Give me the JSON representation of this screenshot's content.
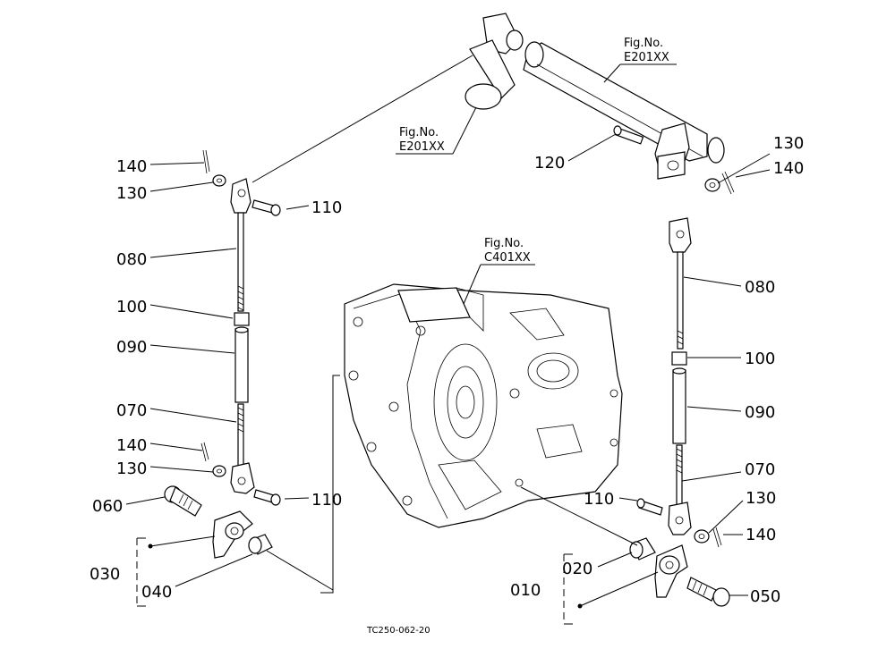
{
  "callouts": {
    "l140a": "140",
    "l130a": "130",
    "l110a": "110",
    "l080": "080",
    "l100": "100",
    "l090": "090",
    "l070": "070",
    "l140b": "140",
    "l130b": "130",
    "l110b": "110",
    "l060": "060",
    "l030": "030",
    "l040": "040",
    "r130a": "130",
    "r140a": "140",
    "r120": "120",
    "r080": "080",
    "r100": "100",
    "r090": "090",
    "r070": "070",
    "r110": "110",
    "r130b": "130",
    "r140b": "140",
    "r020": "020",
    "r010": "010",
    "r050": "050"
  },
  "fig_refs": {
    "top_right": {
      "title": "Fig.No.",
      "code": "E201XX"
    },
    "top_mid": {
      "title": "Fig.No.",
      "code": "E201XX"
    },
    "center": {
      "title": "Fig.No.",
      "code": "C401XX"
    }
  },
  "drawing_code": "TC250-062-20"
}
